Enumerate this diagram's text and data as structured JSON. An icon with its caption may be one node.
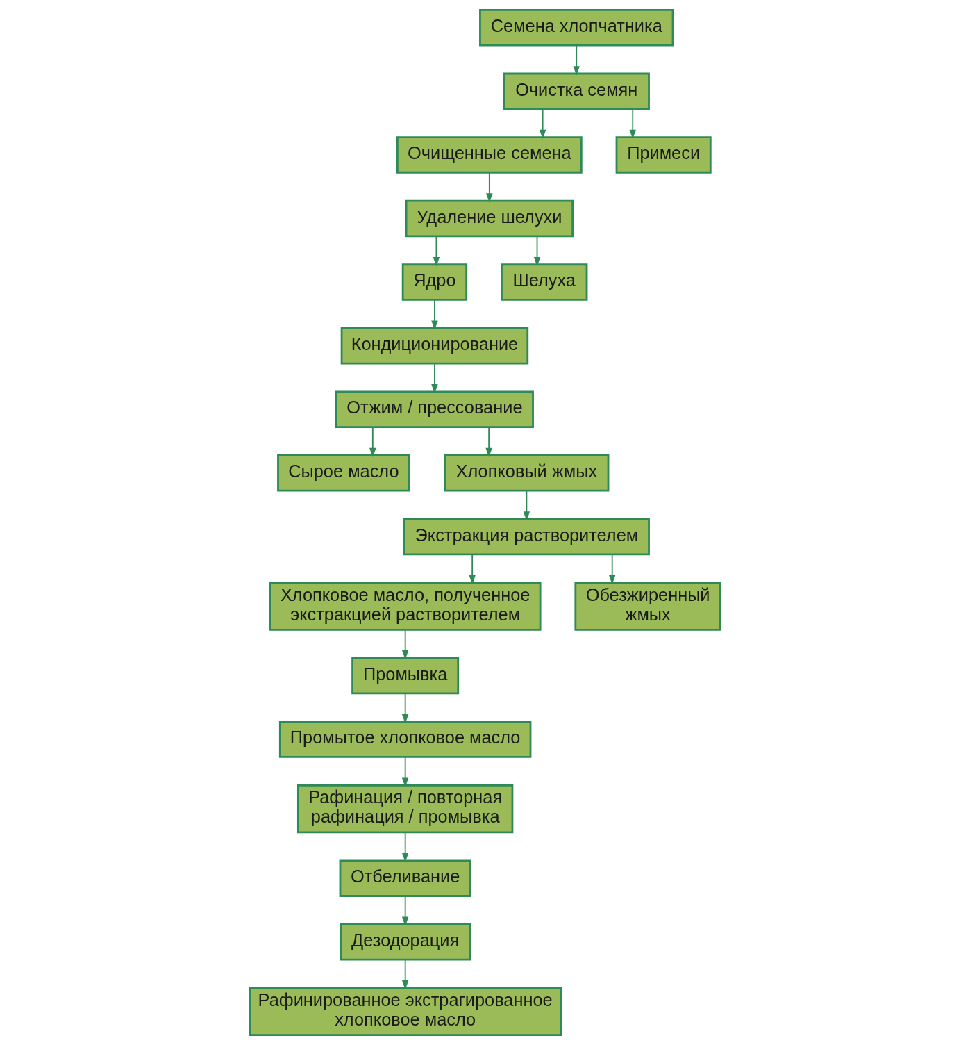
{
  "diagram": {
    "nodes": [
      {
        "text": [
          "Семена хлопчатника"
        ]
      },
      {
        "text": [
          "Очистка семян"
        ]
      },
      {
        "text": [
          "Очищенные семена"
        ]
      },
      {
        "text": [
          "Примеси"
        ]
      },
      {
        "text": [
          "Удаление шелухи"
        ]
      },
      {
        "text": [
          "Ядро"
        ]
      },
      {
        "text": [
          "Шелуха"
        ]
      },
      {
        "text": [
          "Кондиционирование"
        ]
      },
      {
        "text": [
          "Отжим / прессование"
        ]
      },
      {
        "text": [
          "Сырое масло"
        ]
      },
      {
        "text": [
          "Хлопковый жмых"
        ]
      },
      {
        "text": [
          "Экстракция растворителем"
        ]
      },
      {
        "text": [
          "Хлопковое масло, полученное экстракцией растворителем"
        ]
      },
      {
        "text": [
          "Обезжиренный жмых"
        ]
      },
      {
        "text": [
          "Промывка"
        ]
      },
      {
        "text": [
          "Промытое хлопковое масло"
        ]
      },
      {
        "text": [
          "Рафинация / повторная рафинация / промывка"
        ]
      },
      {
        "text": [
          "Отбеливание"
        ]
      },
      {
        "text": [
          "Дезодорация"
        ]
      },
      {
        "text": [
          "Рафинированное экстрагированное хлопковое масло"
        ]
      }
    ],
    "edges": [
      {
        "from": 0,
        "to": 1,
        "arrow": "to"
      },
      {
        "from": 1,
        "to": 2,
        "arrow": "to"
      },
      {
        "from": 1,
        "to": 3,
        "arrow": "to"
      },
      {
        "from": 2,
        "to": 4,
        "arrow": "to"
      },
      {
        "from": 4,
        "to": 5,
        "arrow": "to"
      },
      {
        "from": 4,
        "to": 6,
        "arrow": "to"
      },
      {
        "from": 5,
        "to": 7,
        "arrow": "to"
      },
      {
        "from": 7,
        "to": 8,
        "arrow": "to"
      },
      {
        "from": 8,
        "to": 9,
        "arrow": "to"
      },
      {
        "from": 8,
        "to": 10,
        "arrow": "to"
      },
      {
        "from": 10,
        "to": 11,
        "arrow": "to"
      },
      {
        "from": 11,
        "to": 12,
        "arrow": "to"
      },
      {
        "from": 11,
        "to": 13,
        "arrow": "to"
      },
      {
        "from": 12,
        "to": 14,
        "arrow": "to"
      },
      {
        "from": 14,
        "to": 15,
        "arrow": "to"
      },
      {
        "from": 15,
        "to": 16,
        "arrow": "to"
      },
      {
        "from": 16,
        "to": 17,
        "arrow": "to"
      },
      {
        "from": 17,
        "to": 18,
        "arrow": "to"
      },
      {
        "from": 18,
        "to": 19,
        "arrow": "to"
      }
    ]
  }
}
